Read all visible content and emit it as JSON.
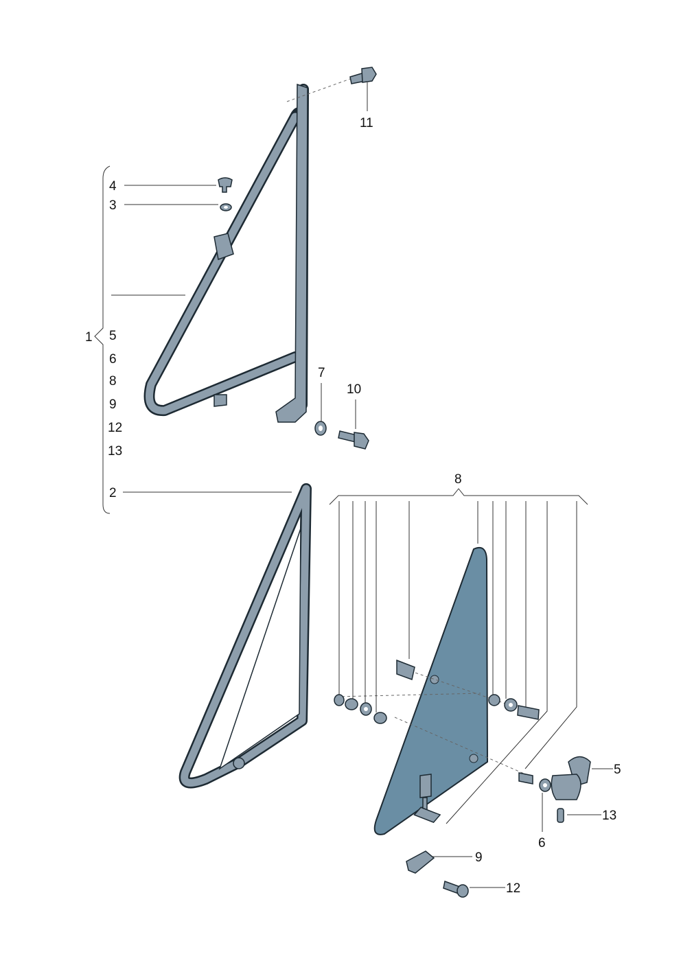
{
  "diagram": {
    "title": "Vent window frame and glass exploded parts view",
    "colors": {
      "frame": "#8d9eac",
      "glass": "#6a8ea4",
      "outline": "#1d2a33"
    },
    "callouts": {
      "c11": "11",
      "c4": "4",
      "c3": "3",
      "c1": "1",
      "c1_5": "5",
      "c1_6": "6",
      "c1_8": "8",
      "c1_9": "9",
      "c1_12": "12",
      "c1_13": "13",
      "c2": "2",
      "c7": "7",
      "c10": "10",
      "c8": "8",
      "c5": "5",
      "c13": "13",
      "c6": "6",
      "c9": "9",
      "c12": "12"
    }
  }
}
